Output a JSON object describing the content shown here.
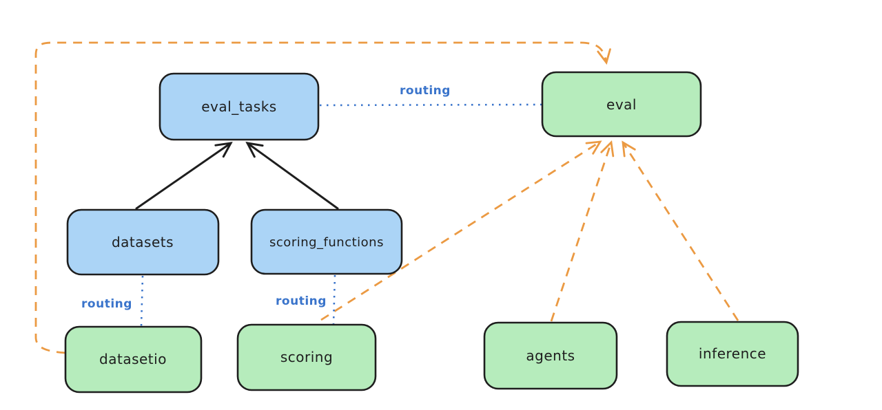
{
  "diagram": {
    "kind": "architecture-diagram",
    "background": "#ffffff",
    "nodes": {
      "eval_tasks": {
        "label": "eval_tasks",
        "fill": "#abd4f6",
        "type": "resource"
      },
      "eval": {
        "label": "eval",
        "fill": "#b6ecbc",
        "type": "api"
      },
      "datasets": {
        "label": "datasets",
        "fill": "#abd4f6",
        "type": "resource"
      },
      "scoring_functions": {
        "label": "scoring_functions",
        "fill": "#abd4f6",
        "type": "resource"
      },
      "datasetio": {
        "label": "datasetio",
        "fill": "#b6ecbc",
        "type": "api"
      },
      "scoring": {
        "label": "scoring",
        "fill": "#b6ecbc",
        "type": "api"
      },
      "agents": {
        "label": "agents",
        "fill": "#b6ecbc",
        "type": "api"
      },
      "inference": {
        "label": "inference",
        "fill": "#b6ecbc",
        "type": "api"
      }
    },
    "edge_labels": {
      "routing_eval": "routing",
      "routing_datasetio": "routing",
      "routing_scoring": "routing"
    },
    "edges": [
      {
        "from": "datasets",
        "to": "eval_tasks",
        "style": "solid-black-arrow"
      },
      {
        "from": "scoring_functions",
        "to": "eval_tasks",
        "style": "solid-black-arrow"
      },
      {
        "from": "eval_tasks",
        "to": "eval",
        "style": "dotted-blue",
        "label": "routing"
      },
      {
        "from": "datasets",
        "to": "datasetio",
        "style": "dotted-blue",
        "label": "routing"
      },
      {
        "from": "scoring_functions",
        "to": "scoring",
        "style": "dotted-blue",
        "label": "routing"
      },
      {
        "from": "datasetio",
        "to": "eval",
        "style": "dashed-orange-arrow"
      },
      {
        "from": "scoring",
        "to": "eval",
        "style": "dashed-orange-arrow"
      },
      {
        "from": "agents",
        "to": "eval",
        "style": "dashed-orange-arrow"
      },
      {
        "from": "inference",
        "to": "eval",
        "style": "dashed-orange-arrow"
      }
    ],
    "colors": {
      "node_stroke": "#1e1e1e",
      "blue_fill": "#abd4f6",
      "green_fill": "#b6ecbc",
      "black_arrow": "#1e1e1e",
      "orange_dashed": "#eb9a43",
      "blue_dotted": "#3a74cb"
    }
  }
}
